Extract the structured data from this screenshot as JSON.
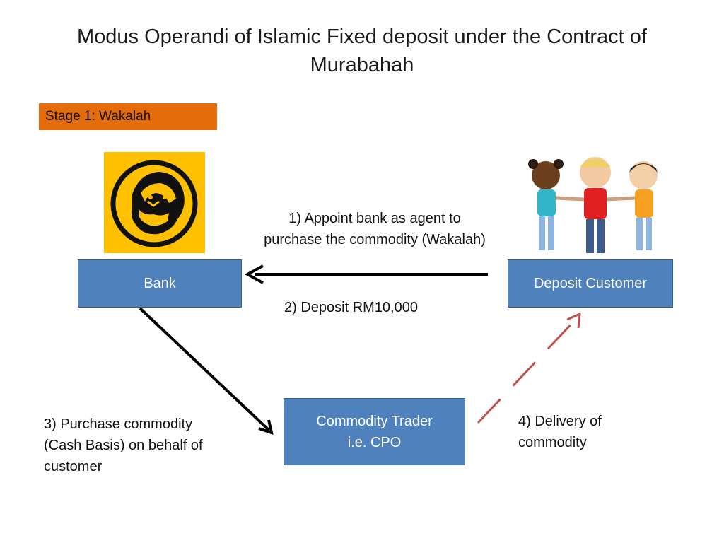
{
  "title": "Modus Operandi of Islamic Fixed deposit under the Contract of Murabahah",
  "stage_label": "Stage 1: Wakalah",
  "nodes": {
    "bank": "Bank",
    "customer": "Deposit Customer",
    "trader_line1": "Commodity Trader",
    "trader_line2": "i.e. CPO"
  },
  "steps": {
    "appoint": "1) Appoint bank as agent to purchase the commodity (Wakalah)",
    "deposit": "2) Deposit RM10,000",
    "purchase": "3) Purchase commodity (Cash Basis) on behalf of customer",
    "delivery": "4) Delivery of commodity"
  },
  "colors": {
    "stage_tag": "#e46c0a",
    "node_fill": "#4f81bd",
    "logo_bg": "#ffc000",
    "delivery_arrow": "#c0504d",
    "arrow": "#000000"
  },
  "icons": {
    "bank_logo": "tiger-logo-icon",
    "customer_image": "children-group-icon"
  }
}
